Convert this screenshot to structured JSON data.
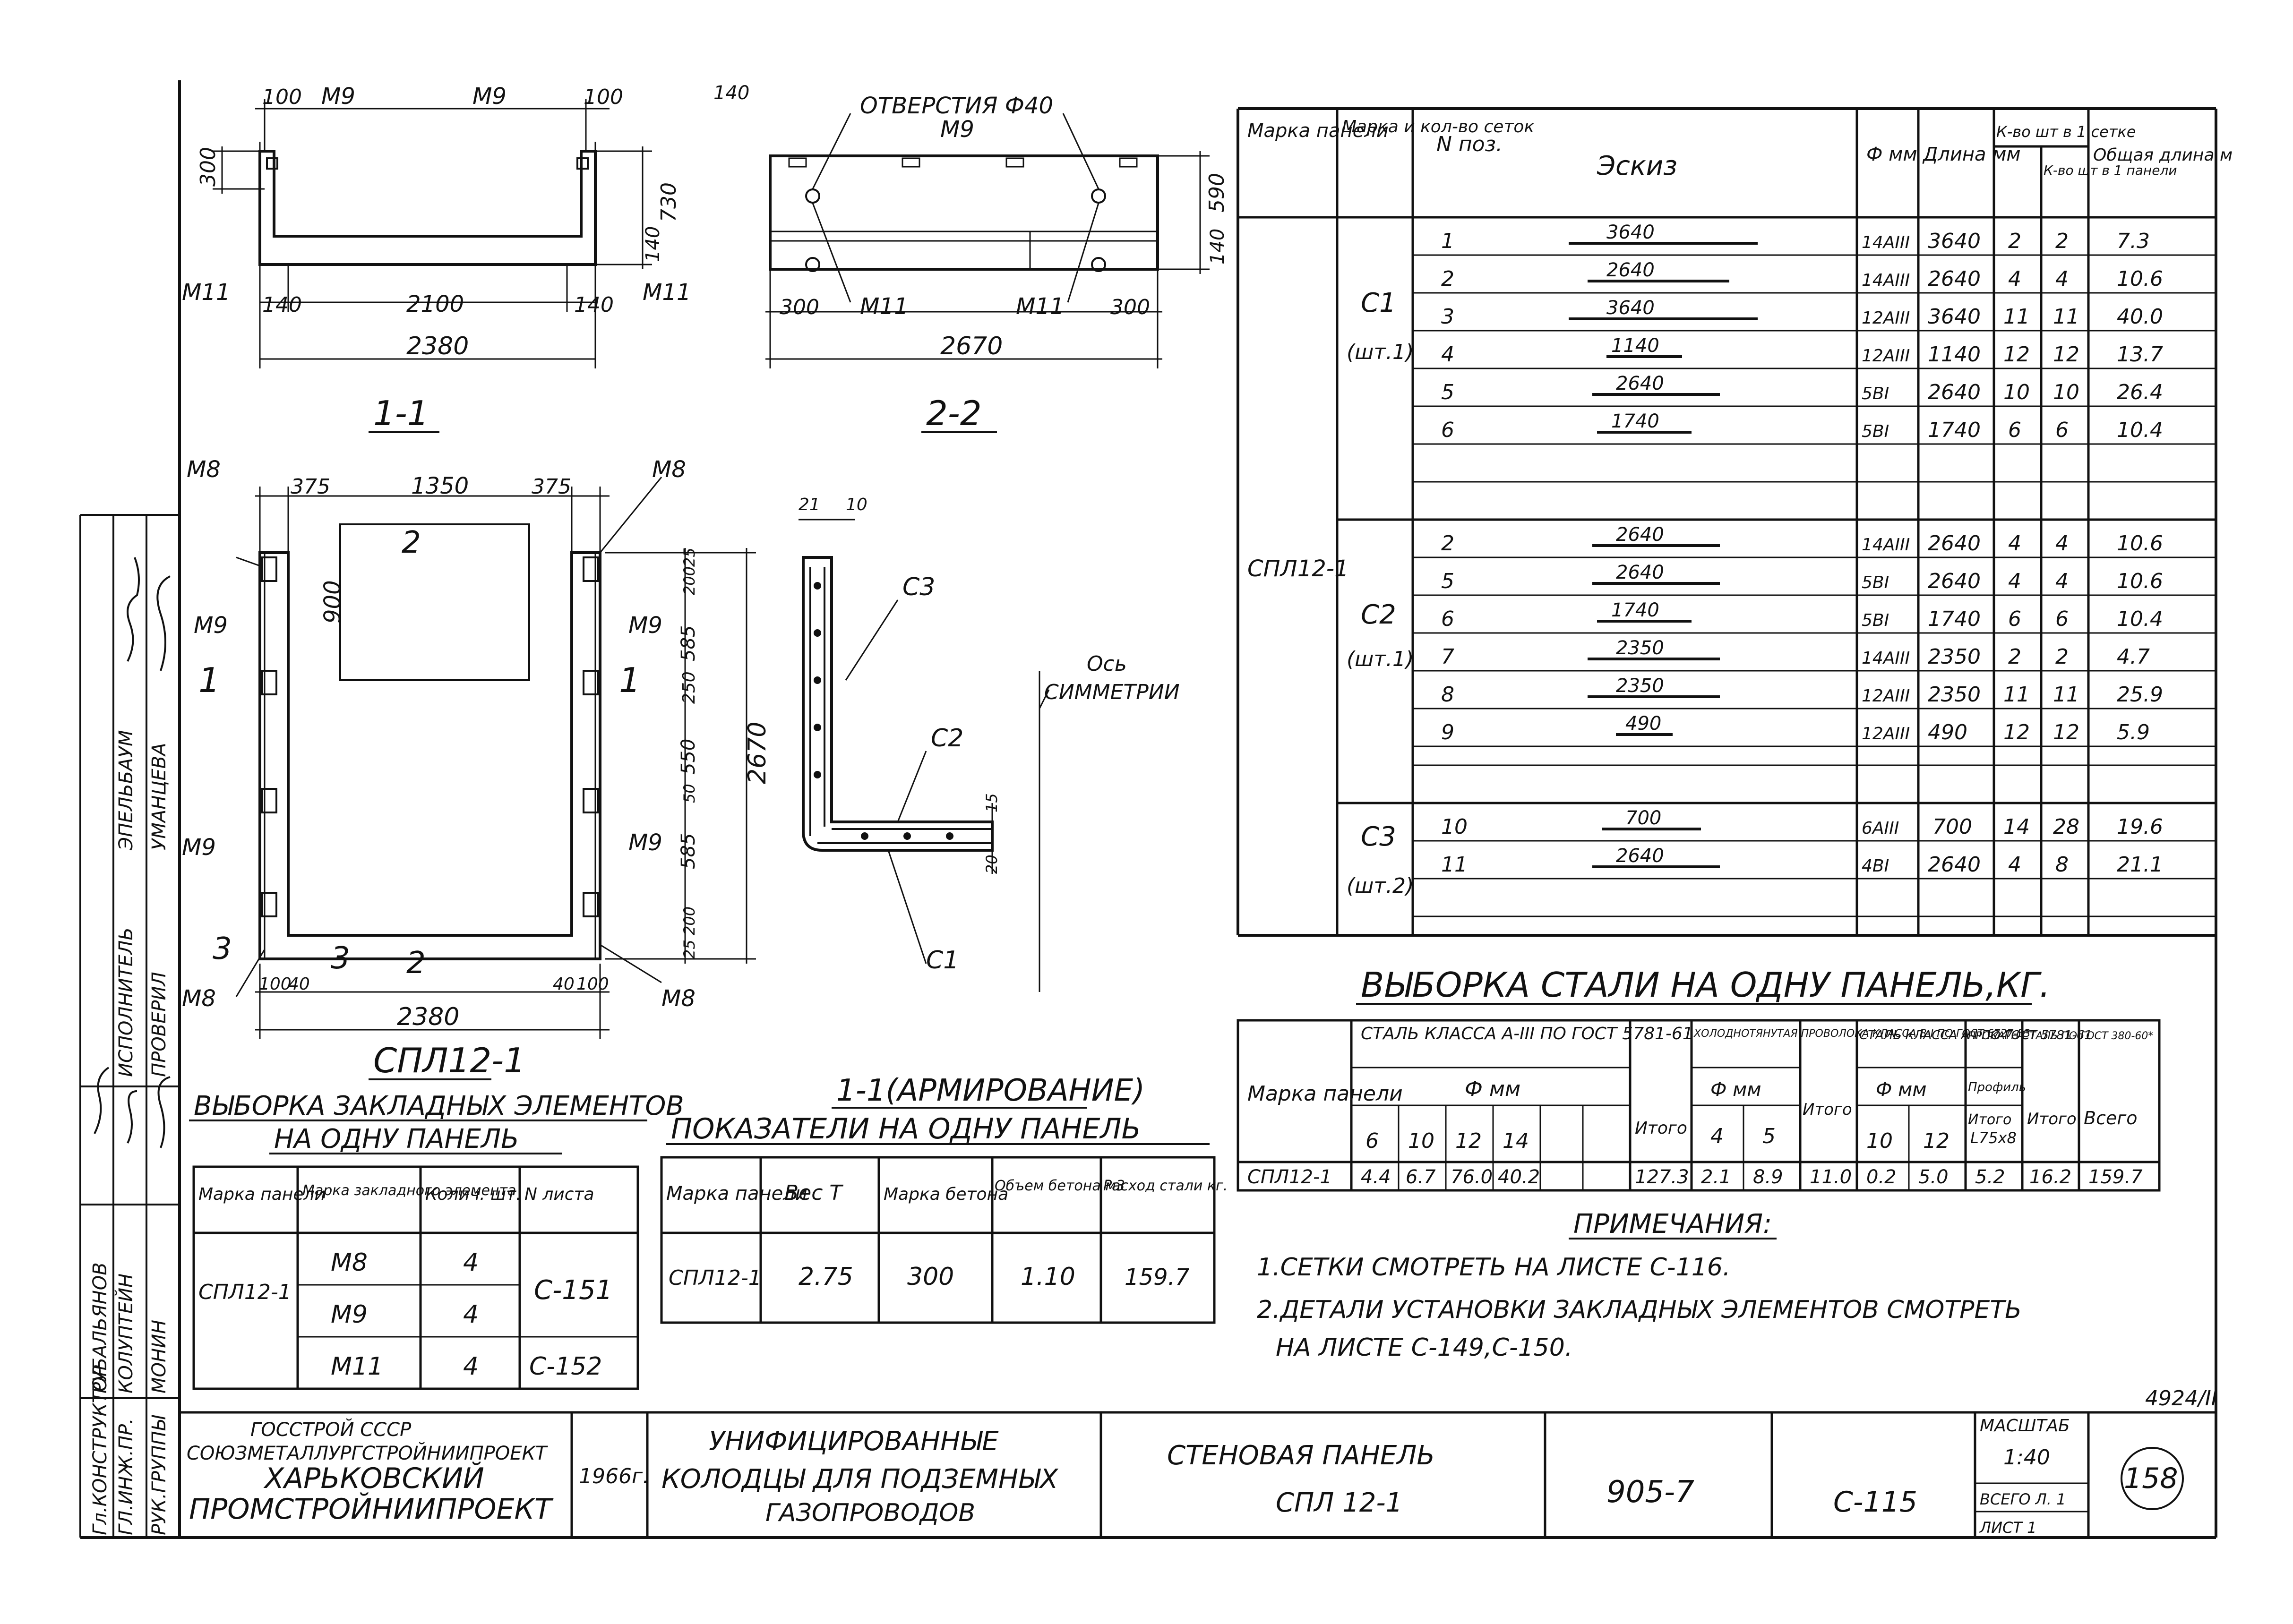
{
  "section_1_1": {
    "title": "1-1",
    "dims_top": [
      "100",
      "М9",
      "М9",
      "100"
    ],
    "dims_bottom": [
      "140",
      "2100",
      "140"
    ],
    "overall": "2380",
    "left_vert": "300",
    "right_vert": [
      "730",
      "140"
    ],
    "labels": [
      "М11",
      "М11"
    ]
  },
  "section_2_2": {
    "title": "2-2",
    "top_label": "ОТВЕРСТИЯ Ф40",
    "m9": "М9",
    "dims_bottom": [
      "300",
      "М11",
      "М11",
      "300"
    ],
    "overall": "2670",
    "right_vert": [
      "590",
      "140"
    ],
    "corner": "140"
  },
  "panel_elev": {
    "title": "СПЛ12-1",
    "top_dims": [
      "375",
      "1350",
      "375"
    ],
    "opening_h": "900",
    "right_dims": [
      "25",
      "200",
      "585",
      "250",
      "550",
      "50",
      "585",
      "200",
      "25"
    ],
    "overall_h": "2670",
    "bottom_dims": [
      "100",
      "40",
      "40",
      "100"
    ],
    "overall_w": "2380",
    "marks": [
      "М8",
      "М8",
      "М9",
      "М9",
      "М9",
      "М9",
      "М8",
      "М8"
    ],
    "cuts": [
      "1",
      "1",
      "3",
      "3",
      "2",
      "2"
    ]
  },
  "rebar": {
    "title": "1-1(АРМИРОВАНИЕ)",
    "labels": [
      "С3",
      "С2",
      "С1"
    ],
    "axis": [
      "Ось",
      "СИММЕТРИИ"
    ],
    "dims": [
      "21",
      "10",
      "15",
      "20"
    ]
  },
  "spec_table": {
    "headers": [
      "Марка панели",
      "Марка и кол-во сеток",
      "N поз.",
      "Эскиз",
      "Ф мм",
      "Длина мм",
      "К-во шт в 1 сетке",
      "К-во шт в 1 панели",
      "Общая длина м"
    ],
    "panel": "СПЛ12-1",
    "groups": [
      {
        "mark": "С1",
        "qty": "(шт.1)",
        "rows": [
          {
            "pos": "1",
            "sketch": "3640",
            "dia": "14АIII",
            "len": "3640",
            "n1": "2",
            "n2": "2",
            "total": "7.3"
          },
          {
            "pos": "2",
            "sketch": "2640",
            "dia": "14АIII",
            "len": "2640",
            "n1": "4",
            "n2": "4",
            "total": "10.6"
          },
          {
            "pos": "3",
            "sketch": "3640",
            "dia": "12АIII",
            "len": "3640",
            "n1": "11",
            "n2": "11",
            "total": "40.0"
          },
          {
            "pos": "4",
            "sketch": "1140",
            "dia": "12АIII",
            "len": "1140",
            "n1": "12",
            "n2": "12",
            "total": "13.7"
          },
          {
            "pos": "5",
            "sketch": "2640",
            "dia": "5ВI",
            "len": "2640",
            "n1": "10",
            "n2": "10",
            "total": "26.4"
          },
          {
            "pos": "6",
            "sketch": "1740",
            "dia": "5ВI",
            "len": "1740",
            "n1": "6",
            "n2": "6",
            "total": "10.4"
          }
        ]
      },
      {
        "mark": "С2",
        "qty": "(шт.1)",
        "rows": [
          {
            "pos": "2",
            "sketch": "2640",
            "dia": "14АIII",
            "len": "2640",
            "n1": "4",
            "n2": "4",
            "total": "10.6"
          },
          {
            "pos": "5",
            "sketch": "2640",
            "dia": "5ВI",
            "len": "2640",
            "n1": "4",
            "n2": "4",
            "total": "10.6"
          },
          {
            "pos": "6",
            "sketch": "1740",
            "dia": "5ВI",
            "len": "1740",
            "n1": "6",
            "n2": "6",
            "total": "10.4"
          },
          {
            "pos": "7",
            "sketch": "2350",
            "dia": "14АIII",
            "len": "2350",
            "n1": "2",
            "n2": "2",
            "total": "4.7"
          },
          {
            "pos": "8",
            "sketch": "2350",
            "dia": "12АIII",
            "len": "2350",
            "n1": "11",
            "n2": "11",
            "total": "25.9"
          },
          {
            "pos": "9",
            "sketch": "490",
            "dia": "12АIII",
            "len": "490",
            "n1": "12",
            "n2": "12",
            "total": "5.9"
          }
        ]
      },
      {
        "mark": "С3",
        "qty": "(шт.2)",
        "rows": [
          {
            "pos": "10",
            "sketch": "700",
            "dia": "6АIII",
            "len": "700",
            "n1": "14",
            "n2": "28",
            "total": "19.6"
          },
          {
            "pos": "11",
            "sketch": "2640",
            "dia": "4ВI",
            "len": "2640",
            "n1": "4",
            "n2": "8",
            "total": "21.1"
          }
        ]
      }
    ]
  },
  "steel_table": {
    "title": "ВЫБОРКА СТАЛИ НА ОДНУ ПАНЕЛЬ,КГ.",
    "h_mark": "Марка панели",
    "h_a3": "СТАЛЬ КЛАССА А-III ПО ГОСТ 5781-61",
    "h_wire": "ХОЛОДНОТЯНУТАЯ ПРОВОЛОКА КЛАССА В-I ПО ГОСТ 6727-53",
    "h_a1": "СТАЛЬ КЛАССА А-I ПО ГОСТ 5781-61",
    "h_prof": "ПРОКАТН СТАЛЬ ПО ГОСТ 380-60*",
    "h_dia": "Ф мм",
    "h_itogo": "Итого",
    "h_vsego": "Всего",
    "h_profil": "Профиль",
    "h_L": "L75x8",
    "dias": [
      "6",
      "10",
      "12",
      "14",
      "4",
      "5",
      "10",
      "12"
    ],
    "row": {
      "mark": "СПЛ12-1",
      "a3": [
        "4.4",
        "6.7",
        "76.0",
        "40.2",
        ""
      ],
      "a3_total": "127.3",
      "w": [
        "2.1",
        "8.9"
      ],
      "w_total": "11.0",
      "a1": [
        "0.2",
        "5.0"
      ],
      "a1_total": "5.2",
      "prof": "16.2",
      "prof_total": "16.2",
      "total": "159.7"
    }
  },
  "notes": {
    "title": "ПРИМЕЧАНИЯ:",
    "items": [
      "1.СЕТКИ СМОТРЕТЬ НА ЛИСТЕ С-116.",
      "2.ДЕТАЛИ УСТАНОВКИ ЗАКЛАДНЫХ ЭЛЕМЕНТОВ СМОТРЕТЬ",
      "НА ЛИСТЕ С-149,С-150."
    ]
  },
  "embedded_table": {
    "title1": "ВЫБОРКА ЗАКЛАДНЫХ ЭЛЕМЕНТОВ",
    "title2": "НА ОДНУ ПАНЕЛЬ",
    "headers": [
      "Марка панели",
      "Марка закладного элемента",
      "Колич. шт.",
      "N листа"
    ],
    "panel": "СПЛ12-1",
    "rows": [
      {
        "el": "М8",
        "qty": "4"
      },
      {
        "el": "М9",
        "qty": "4"
      },
      {
        "el": "М11",
        "qty": "4"
      }
    ],
    "sheets": [
      "С-151",
      "С-152"
    ]
  },
  "indicators_table": {
    "title": "ПОКАЗАТЕЛИ НА ОДНУ ПАНЕЛЬ",
    "headers": [
      "Марка панели",
      "Вес Т",
      "Марка бетона",
      "Объем бетона м3",
      "Расход стали кг."
    ],
    "row": [
      "СПЛ12-1",
      "2.75",
      "300",
      "1.10",
      "159.7"
    ]
  },
  "title_block": {
    "org": [
      "ГОССТРОЙ СССР",
      "СОЮЗМЕТАЛЛУРГСТРОЙНИИПРОЕКТ",
      "ХАРЬКОВСКИЙ",
      "ПРОМСТРОЙНИИПРОЕКТ"
    ],
    "year": "1966г.",
    "project": [
      "УНИФИЦИРОВАННЫЕ",
      "КОЛОДЦЫ ДЛЯ ПОДЗЕМНЫХ",
      "ГАЗОПРОВОДОВ"
    ],
    "sheet_title": [
      "СТЕНОВАЯ ПАНЕЛЬ",
      "СПЛ 12-1"
    ],
    "series": "905-7",
    "sheet_no": "С-115",
    "scale_label": "МАСШТАБ",
    "scale": "1:40",
    "total_sheets": "ВСЕГО Л. 1",
    "sheet": "ЛИСТ 1",
    "page": "158",
    "archive": "4924/II"
  },
  "side_stamp": {
    "roles": [
      "Гл.КОНСТРУКТОР",
      "ГЛ.ИНЖ.ПР.",
      "РУК.ГРУППЫ",
      "ИСПОЛНИТЕЛЬ",
      "ПРОВЕРИЛ"
    ],
    "names": [
      "РУБАЛЬЯНОВ",
      "КОЛУПТЕЙН",
      "МОНИН",
      "ЭПЕЛЬБАУМ",
      "УМАНЦЕВА"
    ]
  }
}
